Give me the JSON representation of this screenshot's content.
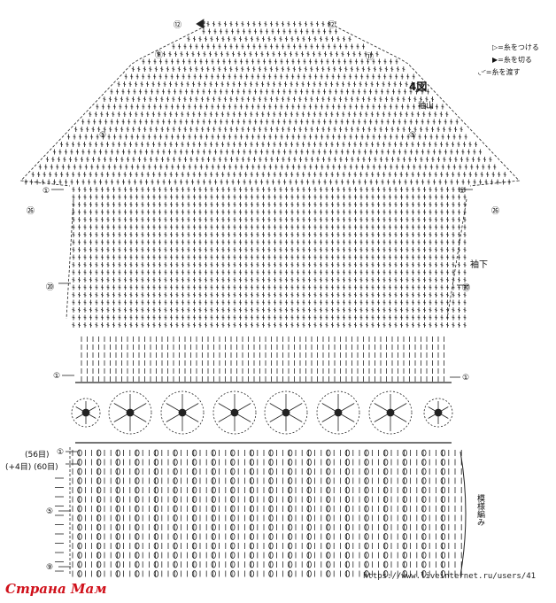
{
  "figure": {
    "title": "4図",
    "section_top": "袖山",
    "section_under": "袖下",
    "side_label": "模様編み"
  },
  "legend": [
    {
      "icon": "open-triangle-icon",
      "text": "=糸をつける"
    },
    {
      "icon": "filled-triangle-icon",
      "text": "=糸を切る"
    },
    {
      "icon": "arc-icon",
      "text": "=糸を渡す"
    }
  ],
  "row_markers": {
    "top": "⑫",
    "r11": "⑪",
    "r5": "⑤",
    "r1": "①",
    "r26": "㉖",
    "r20": "⑳",
    "band": "①",
    "cuff1": "①",
    "cuff5": "⑤",
    "cuff9": "⑨"
  },
  "stitch_counts": {
    "a": "(56目)",
    "b": "(+4目) (60目)"
  },
  "watermark": "Страна Мам",
  "url": "https://www.liveinternet.ru/users/41"
}
